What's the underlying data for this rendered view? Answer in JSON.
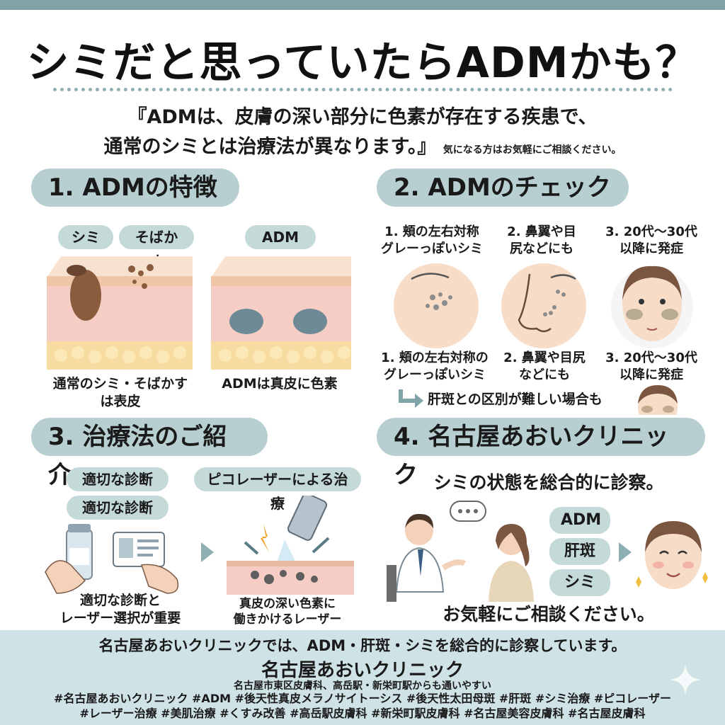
{
  "title": "シミだと思っていたらADMかも？",
  "intro": {
    "line1": "『ADMは、皮膚の深い部分に色素が存在する疾患で、",
    "line2": "通常のシミとは治療法が異なります。』",
    "note": "気になる方はお気軽にご相談ください。"
  },
  "section1": {
    "heading": "1. ADMの特徴",
    "tags": [
      "シミ",
      "そばかす",
      "ADM"
    ],
    "caption_left": [
      "通常のシミ・そばかす",
      "は表皮"
    ],
    "caption_right": "ADMは真皮に色素"
  },
  "section2": {
    "heading": "2. ADMのチェック",
    "top_labels": [
      [
        "1. 頬の左右対称",
        "グレーっぽいシミ"
      ],
      [
        "2. 鼻翼や目",
        "尻などにも"
      ],
      [
        "3. 20代～30代",
        "以降に発症"
      ]
    ],
    "bottom_labels": [
      [
        "1. 頬の左右対称の",
        "グレーっぽいシミ"
      ],
      [
        "2. 鼻翼や目尻",
        "などにも"
      ],
      [
        "3. 20代～30代",
        "以降に発症"
      ]
    ],
    "note": "肝斑との区別が難しい場合も"
  },
  "section3": {
    "heading": "3. 治療法のご紹介",
    "tags": [
      "適切な診断",
      "適切な診断",
      "ピコレーザーによる治療"
    ],
    "caption_left": [
      "適切な診断と",
      "レーザー選択が重要"
    ],
    "caption_right": [
      "真皮の深い色素に",
      "働きかけるレーザー"
    ]
  },
  "section4": {
    "heading": "4. 名古屋あおいクリニック",
    "subtitle": "シミの状態を総合的に診察。",
    "tags": [
      "ADM",
      "肝斑",
      "シミ"
    ],
    "closing": "お気軽にご相談ください。"
  },
  "footer": {
    "line1": "名古屋あおいクリニックでは、ADM・肝斑・シミを総合的に診察しています。",
    "clinic_name": "名古屋あおいクリニック",
    "address": "名古屋市東区皮膚科、高岳駅・新栄町駅からも通いやすい",
    "hashtags1": "#名古屋あおいクリニック #ADM #後天性真皮メラノサイトーシス #後天性太田母斑 #肝斑 #シミ治療 #ピコレーザー",
    "hashtags2": "#レーザー治療 #美肌治療 #くすみ改善 #高岳駅皮膚科 #新栄町駅皮膚科 #名古屋美容皮膚科 #名古屋皮膚科"
  },
  "colors": {
    "accent": "#b7cfd0",
    "tag": "#c4dad9",
    "topbar": "#7fa3a6",
    "footer": "#cfe2e6"
  }
}
